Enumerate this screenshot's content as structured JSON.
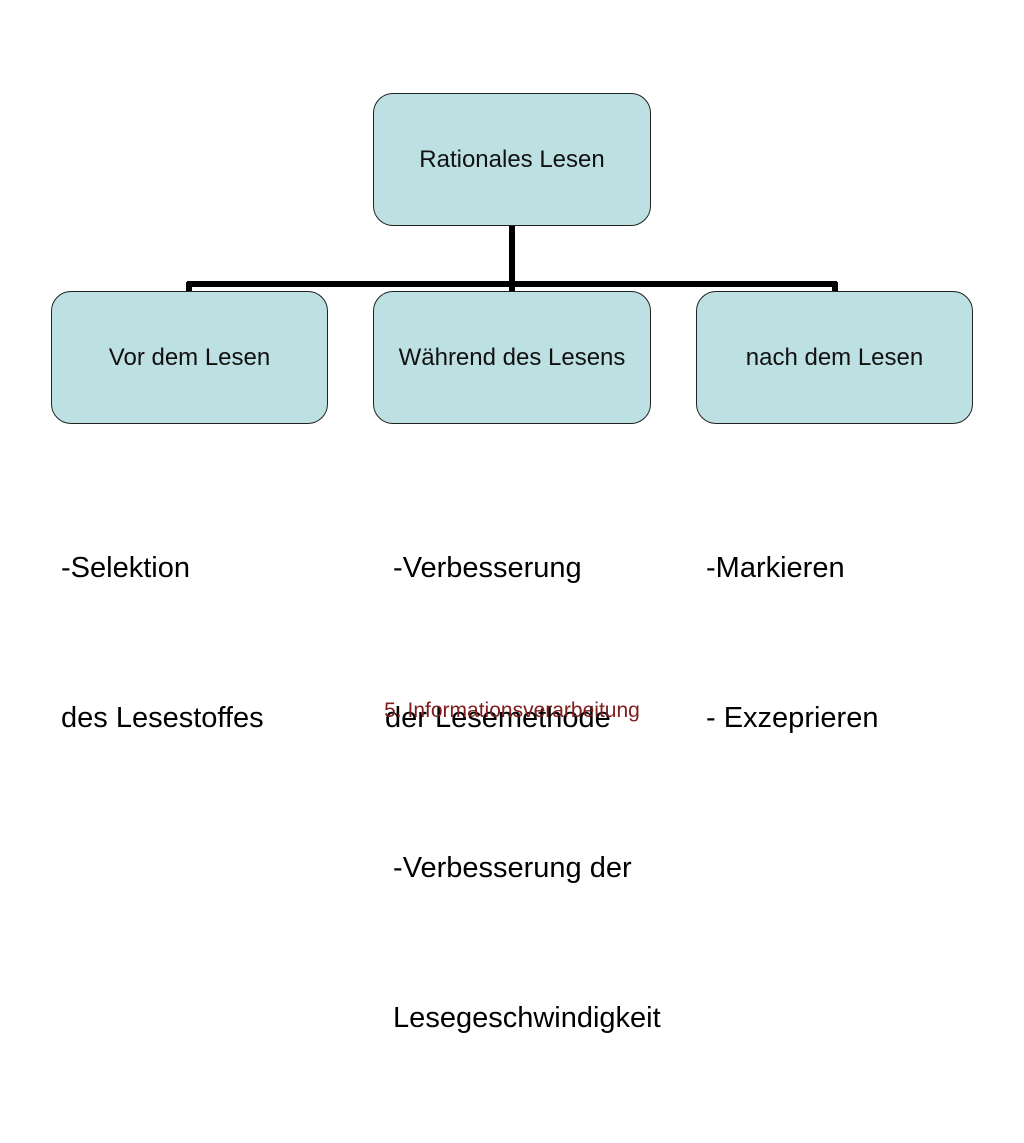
{
  "diagram": {
    "root_label": "Rationales Lesen",
    "children": [
      {
        "label": "Vor dem Lesen"
      },
      {
        "label": "Während des Lesens"
      },
      {
        "label": "nach dem Lesen"
      }
    ]
  },
  "columns": [
    {
      "lines": [
        "-Selektion",
        "des Lesestoffes"
      ]
    },
    {
      "lines": [
        " -Verbesserung",
        "der Lesemethode",
        " -Verbesserung der",
        " Lesegeschwindigkeit"
      ]
    },
    {
      "lines": [
        "-Markieren",
        "- Exzeprieren"
      ]
    }
  ],
  "footer": "5. Informationsverarbeitung",
  "colors": {
    "node_fill": "#bde0e3",
    "node_border": "#222222",
    "connector": "#000000",
    "footer_text": "#7f1d1d"
  }
}
